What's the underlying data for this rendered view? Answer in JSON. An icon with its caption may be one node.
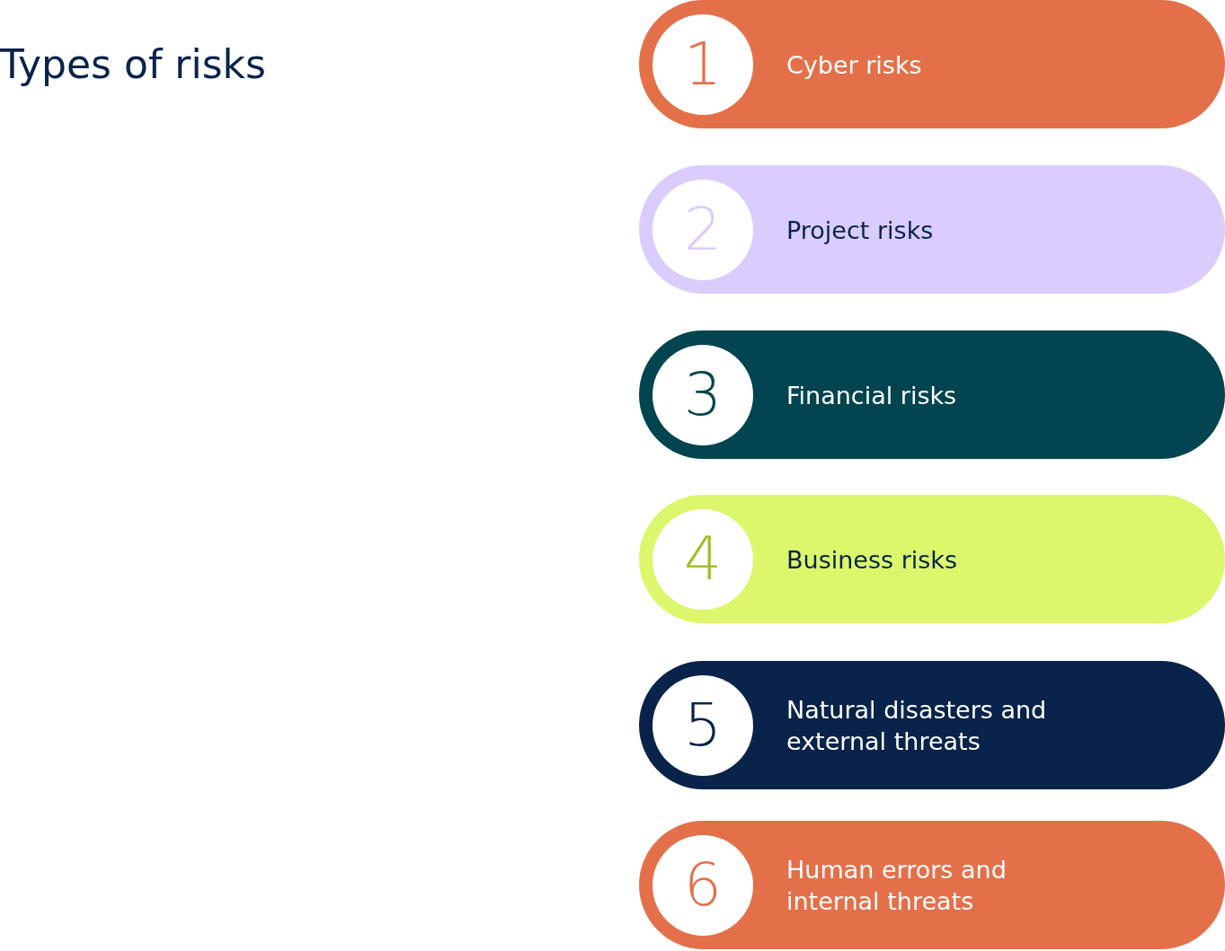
{
  "diagram": {
    "title": "Types of risks",
    "nodes": [
      {
        "text": [
          "Cyber risks"
        ]
      },
      {
        "text": [
          "1"
        ],
        "in": 0
      },
      {
        "text": [
          "Project risks"
        ]
      },
      {
        "text": [
          "2"
        ],
        "in": 2
      },
      {
        "text": [
          "Financial risks"
        ]
      },
      {
        "text": [
          "3"
        ],
        "in": 4
      },
      {
        "text": [
          "Business risks"
        ]
      },
      {
        "text": [
          "4"
        ],
        "in": 6
      },
      {
        "text": [
          "Natural disasters and external threats"
        ]
      },
      {
        "text": [
          "5"
        ],
        "in": 8
      },
      {
        "text": [
          "Human errors and internal threats"
        ]
      },
      {
        "text": [
          "6"
        ],
        "in": 10
      }
    ],
    "edges": []
  }
}
